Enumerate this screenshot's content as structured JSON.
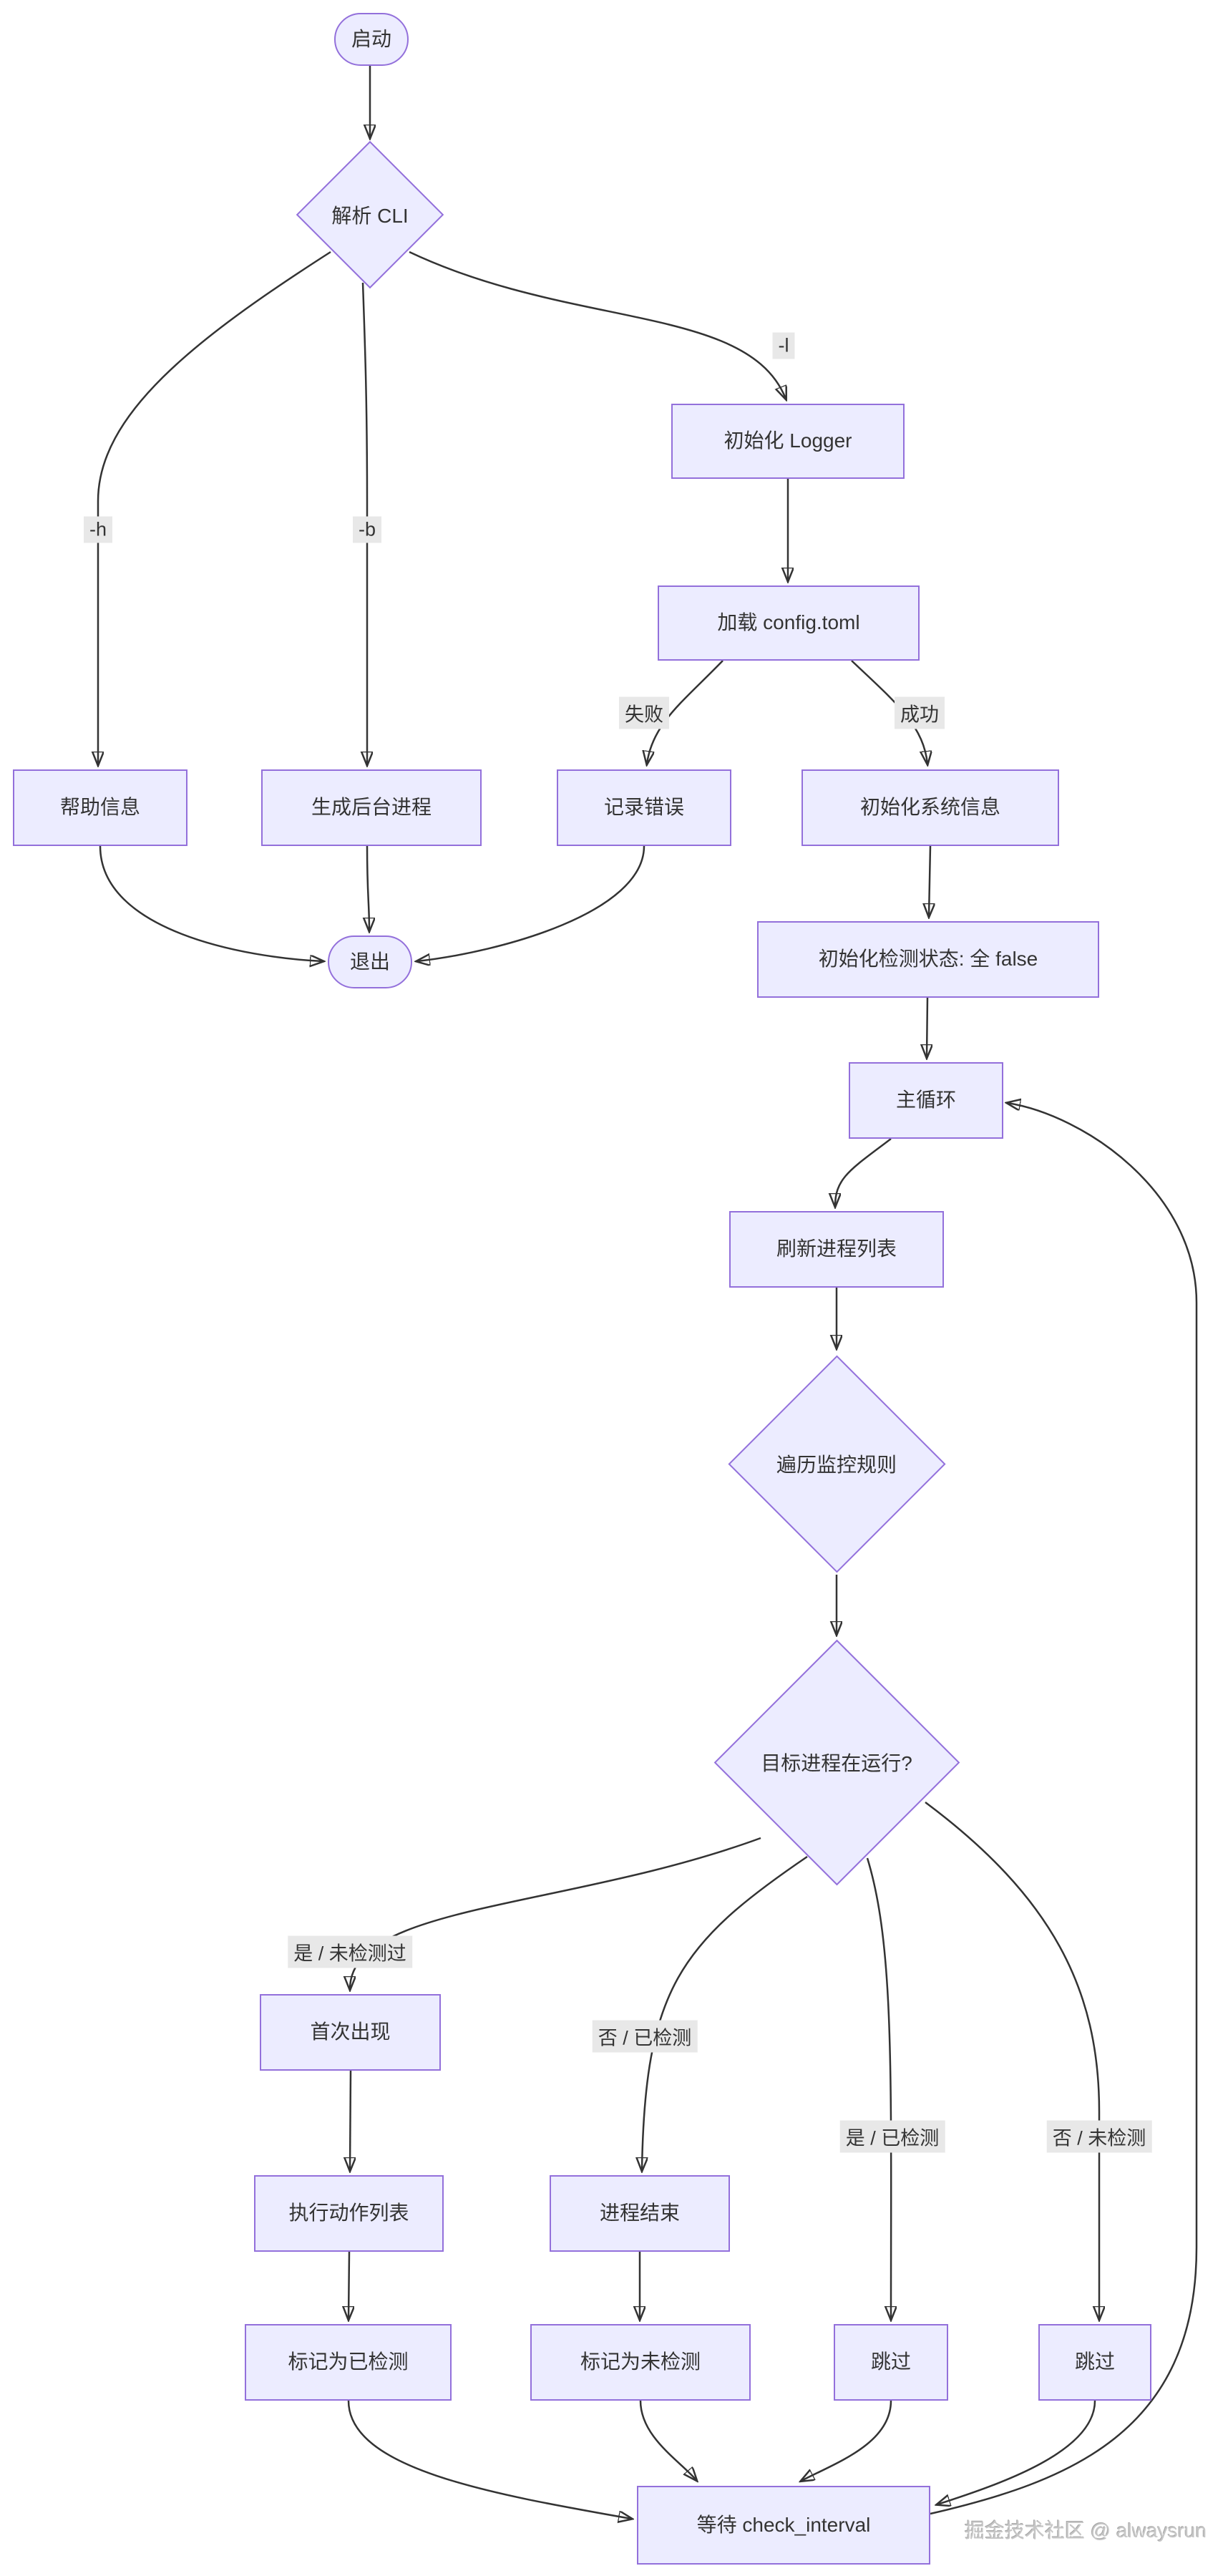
{
  "diagram": {
    "type": "flowchart",
    "nodes": {
      "start": "启动",
      "parse_cli": "解析 CLI",
      "init_logger": "初始化 Logger",
      "load_config": "加载 config.toml",
      "help_info": "帮助信息",
      "spawn_daemon": "生成后台进程",
      "log_error": "记录错误",
      "init_sysinfo": "初始化系统信息",
      "exit": "退出",
      "init_state": "初始化检测状态: 全 false",
      "main_loop": "主循环",
      "refresh_process": "刷新进程列表",
      "iterate_rules": "遍历监控规则",
      "target_running": "目标进程在运行?",
      "first_seen": "首次出现",
      "exec_actions": "执行动作列表",
      "process_end": "进程结束",
      "mark_detected": "标记为已检测",
      "mark_undetected": "标记为未检测",
      "skip_1": "跳过",
      "skip_2": "跳过",
      "wait_interval": "等待 check_interval"
    },
    "edge_labels": {
      "h_flag": "-h",
      "b_flag": "-b",
      "l_flag": "-l",
      "fail": "失败",
      "success": "成功",
      "yes_undetected": "是 / 未检测过",
      "no_detected": "否 / 已检测",
      "yes_detected": "是 / 已检测",
      "no_undetected": "否 / 未检测"
    },
    "edges": [
      {
        "from": "启动",
        "to": "解析 CLI",
        "label": ""
      },
      {
        "from": "解析 CLI",
        "to": "帮助信息",
        "label": "-h"
      },
      {
        "from": "解析 CLI",
        "to": "生成后台进程",
        "label": "-b"
      },
      {
        "from": "解析 CLI",
        "to": "初始化 Logger",
        "label": "-l"
      },
      {
        "from": "初始化 Logger",
        "to": "加载 config.toml",
        "label": ""
      },
      {
        "from": "加载 config.toml",
        "to": "记录错误",
        "label": "失败"
      },
      {
        "from": "加载 config.toml",
        "to": "初始化系统信息",
        "label": "成功"
      },
      {
        "from": "帮助信息",
        "to": "退出",
        "label": ""
      },
      {
        "from": "生成后台进程",
        "to": "退出",
        "label": ""
      },
      {
        "from": "记录错误",
        "to": "退出",
        "label": ""
      },
      {
        "from": "初始化系统信息",
        "to": "初始化检测状态: 全 false",
        "label": ""
      },
      {
        "from": "初始化检测状态: 全 false",
        "to": "主循环",
        "label": ""
      },
      {
        "from": "主循环",
        "to": "刷新进程列表",
        "label": ""
      },
      {
        "from": "刷新进程列表",
        "to": "遍历监控规则",
        "label": ""
      },
      {
        "from": "遍历监控规则",
        "to": "目标进程在运行?",
        "label": ""
      },
      {
        "from": "目标进程在运行?",
        "to": "首次出现",
        "label": "是 / 未检测过"
      },
      {
        "from": "目标进程在运行?",
        "to": "进程结束",
        "label": "否 / 已检测"
      },
      {
        "from": "目标进程在运行?",
        "to": "跳过",
        "label": "是 / 已检测"
      },
      {
        "from": "目标进程在运行?",
        "to": "跳过",
        "label": "否 / 未检测"
      },
      {
        "from": "首次出现",
        "to": "执行动作列表",
        "label": ""
      },
      {
        "from": "执行动作列表",
        "to": "标记为已检测",
        "label": ""
      },
      {
        "from": "进程结束",
        "to": "标记为未检测",
        "label": ""
      },
      {
        "from": "标记为已检测",
        "to": "等待 check_interval",
        "label": ""
      },
      {
        "from": "标记为未检测",
        "to": "等待 check_interval",
        "label": ""
      },
      {
        "from": "跳过",
        "to": "等待 check_interval",
        "label": ""
      },
      {
        "from": "等待 check_interval",
        "to": "主循环",
        "label": ""
      }
    ],
    "colors": {
      "node_fill": "#ECECFF",
      "node_border": "#9370DB",
      "edge": "#333333",
      "edge_label_bg": "#e8e8e8",
      "text": "#333333",
      "watermark": "#c6c6c6"
    },
    "watermark": "掘金技术社区 @ alwaysrun"
  }
}
